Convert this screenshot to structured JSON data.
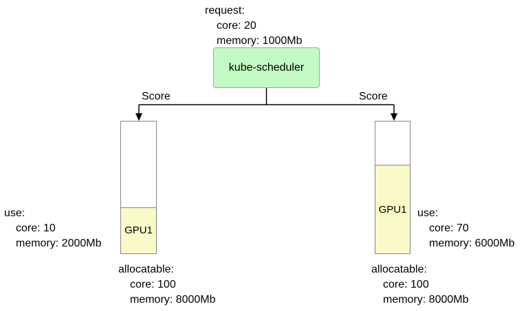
{
  "scheduler": {
    "label": "kube-scheduler",
    "request": {
      "title": "request:",
      "lines": [
        "core: 20",
        "memory: 1000Mb"
      ]
    }
  },
  "edges": {
    "left": {
      "label": "Score"
    },
    "right": {
      "label": "Score"
    }
  },
  "nodes": {
    "left": {
      "gpu": "GPU1",
      "fill_percent": 34.5,
      "use": {
        "title": "use:",
        "lines": [
          "core: 10",
          "memory: 2000Mb"
        ]
      },
      "allocatable": {
        "title": "allocatable:",
        "lines": [
          "core: 100",
          "memory: 8000Mb"
        ]
      }
    },
    "right": {
      "gpu": "GPU1",
      "fill_percent": 66.5,
      "use": {
        "title": "use:",
        "lines": [
          "core: 70",
          "memory: 6000Mb"
        ]
      },
      "allocatable": {
        "title": "allocatable:",
        "lines": [
          "core: 100",
          "memory: 8000Mb"
        ]
      }
    }
  },
  "colors": {
    "scheduler_fill": "#c3fac3",
    "scheduler_border": "#95ab95",
    "gpu_fill": "#fafac8",
    "node_border": "#858585",
    "line": "#000000",
    "text": "#000000"
  }
}
